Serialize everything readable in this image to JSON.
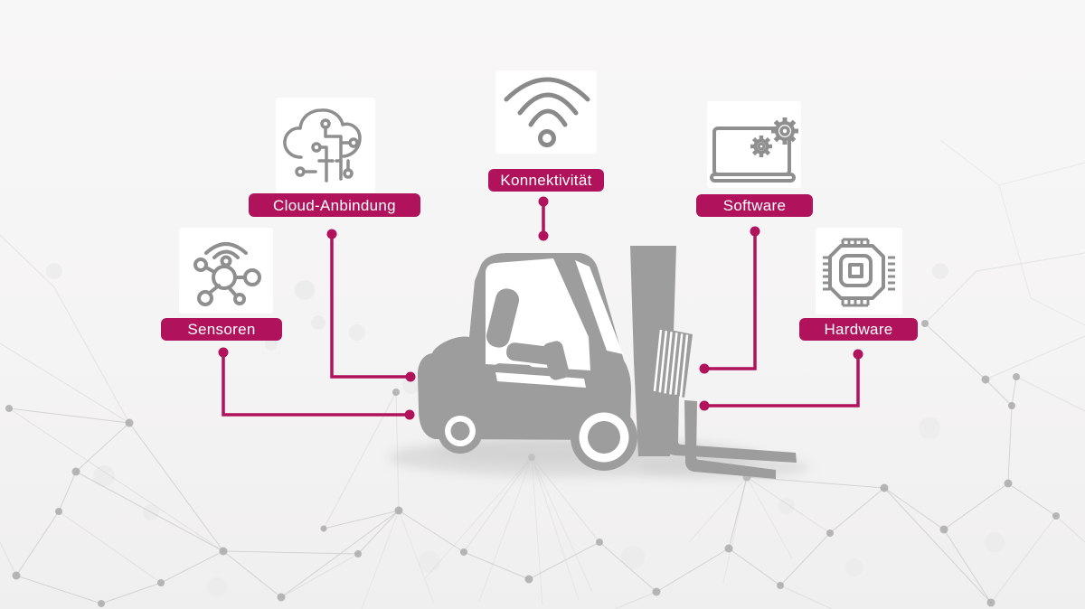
{
  "diagram": {
    "subject": "forklift-iot-components",
    "center_graphic": "forklift-silhouette"
  },
  "badges": [
    {
      "id": "sensoren",
      "label": "Sensoren",
      "icon": "wireless-sensor-node-icon"
    },
    {
      "id": "cloud-anbindung",
      "label": "Cloud-Anbindung",
      "icon": "cloud-circuit-icon"
    },
    {
      "id": "konnektivitaet",
      "label": "Konnektivität",
      "icon": "wifi-icon"
    },
    {
      "id": "software",
      "label": "Software",
      "icon": "laptop-gears-icon"
    },
    {
      "id": "hardware",
      "label": "Hardware",
      "icon": "processor-chip-icon"
    }
  ],
  "colors": {
    "accent": "#b1125c",
    "badge_text": "#ffffff",
    "icon_stroke": "#8f8f8f",
    "forklift": "#9d9d9d",
    "background": "#f5f4f4"
  }
}
